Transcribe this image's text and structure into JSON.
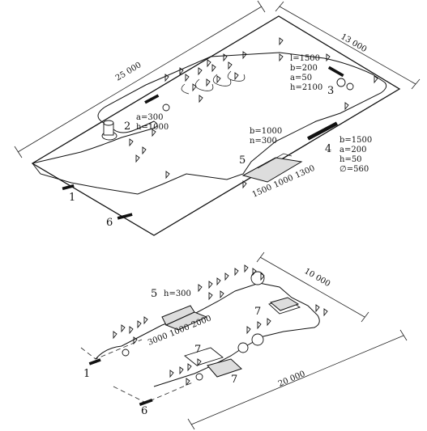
{
  "top_plan": {
    "dim_length": "25 000",
    "dim_width": "13 000",
    "labels": {
      "n1": "1",
      "n2": "2",
      "n3": "3",
      "n4": "4",
      "n5": "5",
      "n6": "6"
    },
    "spec_2": [
      "a=300",
      "h=1000"
    ],
    "spec_3": [
      "l=1500",
      "b=200",
      "a=50",
      "h=2100"
    ],
    "spec_5": [
      "b=1000",
      "n=300"
    ],
    "spec_4": [
      "b=1500",
      "a=200",
      "h=50",
      "∅=560"
    ],
    "ramp_dims": [
      "1500",
      "1000",
      "1300"
    ]
  },
  "bottom_plan": {
    "dim_length": "20 000",
    "dim_width": "10 000",
    "labels": {
      "n1": "1",
      "n5": "5",
      "n6": "6",
      "n7a": "7",
      "n7b": "7",
      "n7c": "7"
    },
    "spec_5": "h=300",
    "ramp_dims": [
      "3000",
      "1000",
      "2000"
    ]
  }
}
